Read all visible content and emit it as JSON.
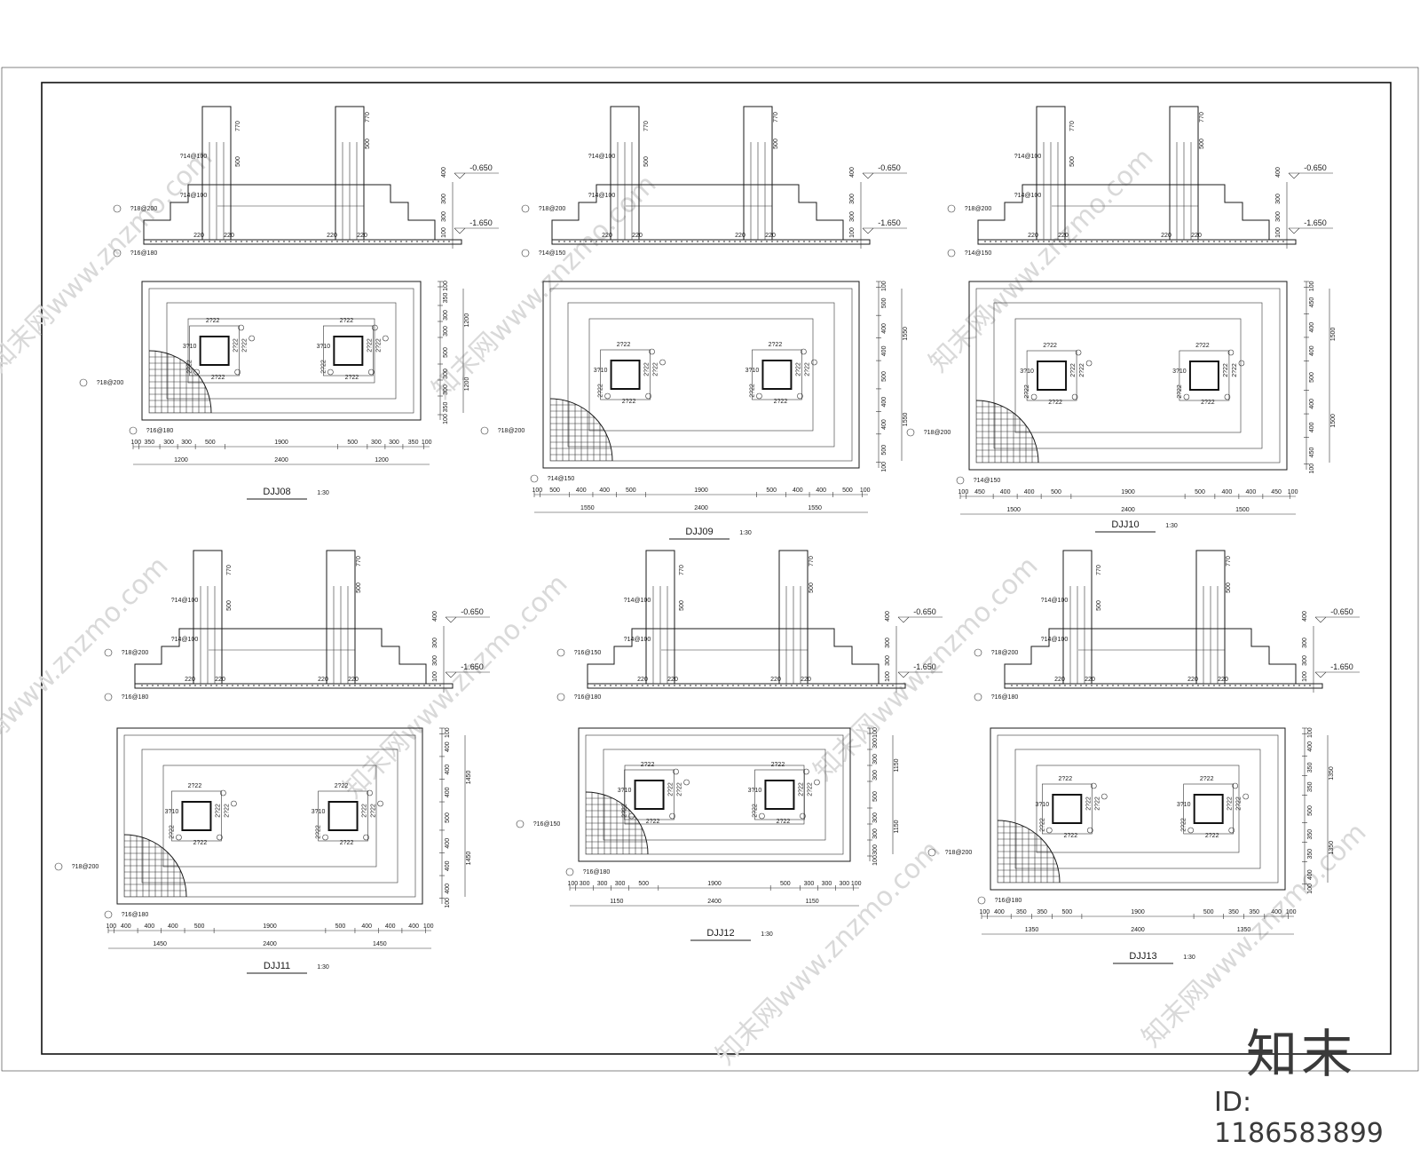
{
  "sheet": {
    "levels": [
      "-0.650",
      "-1.650"
    ],
    "watermark_text": "知末网www.znzmo.com",
    "brand": "知末",
    "image_id": "ID: 1186583899"
  },
  "details": [
    {
      "name": "DJJ08",
      "scale": "1:30",
      "section": {
        "heights": [
          "770",
          "500",
          "400",
          "300",
          "300",
          "100"
        ],
        "rebar_labels": [
          "?14@100",
          "?14@100",
          "?18@200",
          "?16@180"
        ],
        "col_dims": [
          "220",
          "220",
          "220",
          "220"
        ]
      },
      "plan": {
        "right_segments": [
          "100",
          "350",
          "300",
          "300",
          "500",
          "300",
          "300",
          "350",
          "100"
        ],
        "right_totals": [
          "1200",
          "1200"
        ],
        "bottom_segments": [
          "100",
          "350",
          "300",
          "300",
          "500",
          "1900",
          "500",
          "300",
          "300",
          "350",
          "100"
        ],
        "bottom_totals": [
          "1200",
          "2400",
          "1200"
        ],
        "rebar_labels": [
          "?18@200",
          "?16@180"
        ],
        "col_labels": [
          "2?22",
          "2?22",
          "2?22",
          "3?10",
          "2?22",
          "2?22"
        ]
      }
    },
    {
      "name": "DJJ09",
      "scale": "1:30",
      "section": {
        "heights": [
          "770",
          "500",
          "400",
          "300",
          "300",
          "100"
        ],
        "rebar_labels": [
          "?14@100",
          "?14@100",
          "?18@200",
          "?14@150"
        ],
        "col_dims": [
          "220",
          "220",
          "220",
          "220"
        ]
      },
      "plan": {
        "right_segments": [
          "100",
          "500",
          "400",
          "400",
          "500",
          "400",
          "400",
          "500",
          "100"
        ],
        "right_totals": [
          "1550",
          "1550"
        ],
        "bottom_segments": [
          "100",
          "500",
          "400",
          "400",
          "500",
          "1900",
          "500",
          "400",
          "400",
          "500",
          "100"
        ],
        "bottom_totals": [
          "1550",
          "2400",
          "1550"
        ],
        "rebar_labels": [
          "?18@200",
          "?14@150"
        ],
        "col_labels": [
          "2?22",
          "2?22",
          "2?22",
          "3?10",
          "2?22",
          "2?22"
        ]
      }
    },
    {
      "name": "DJJ10",
      "scale": "1:30",
      "section": {
        "heights": [
          "770",
          "500",
          "400",
          "300",
          "300",
          "100"
        ],
        "rebar_labels": [
          "?14@100",
          "?14@100",
          "?18@200",
          "?14@150"
        ],
        "col_dims": [
          "220",
          "220",
          "220",
          "220"
        ]
      },
      "plan": {
        "right_segments": [
          "100",
          "450",
          "400",
          "400",
          "500",
          "400",
          "400",
          "450",
          "100"
        ],
        "right_totals": [
          "1500",
          "1500"
        ],
        "bottom_segments": [
          "100",
          "450",
          "400",
          "400",
          "500",
          "1900",
          "500",
          "400",
          "400",
          "450",
          "100"
        ],
        "bottom_totals": [
          "1500",
          "2400",
          "1500"
        ],
        "rebar_labels": [
          "?18@200",
          "?14@150"
        ],
        "col_labels": [
          "2?22",
          "2?22",
          "2?22",
          "3?10",
          "2?22",
          "2?22"
        ]
      }
    },
    {
      "name": "DJJ11",
      "scale": "1:30",
      "section": {
        "heights": [
          "770",
          "500",
          "400",
          "300",
          "300",
          "100"
        ],
        "rebar_labels": [
          "?14@100",
          "?14@100",
          "?18@200",
          "?16@180"
        ],
        "col_dims": [
          "220",
          "220",
          "220",
          "220"
        ]
      },
      "plan": {
        "right_segments": [
          "100",
          "400",
          "400",
          "400",
          "500",
          "400",
          "400",
          "400",
          "100"
        ],
        "right_totals": [
          "1450",
          "1450"
        ],
        "bottom_segments": [
          "100",
          "400",
          "400",
          "400",
          "500",
          "1900",
          "500",
          "400",
          "400",
          "400",
          "100"
        ],
        "bottom_totals": [
          "1450",
          "2400",
          "1450"
        ],
        "rebar_labels": [
          "?18@200",
          "?16@180"
        ],
        "col_labels": [
          "2?22",
          "2?22",
          "2?22",
          "3?10",
          "2?22",
          "2?22"
        ]
      }
    },
    {
      "name": "DJJ12",
      "scale": "1:30",
      "section": {
        "heights": [
          "770",
          "500",
          "400",
          "300",
          "300",
          "100"
        ],
        "rebar_labels": [
          "?14@100",
          "?14@100",
          "?16@150",
          "?16@180"
        ],
        "col_dims": [
          "220",
          "220",
          "220",
          "220"
        ]
      },
      "plan": {
        "right_segments": [
          "100",
          "300",
          "300",
          "300",
          "500",
          "300",
          "300",
          "300",
          "100"
        ],
        "right_totals": [
          "1150",
          "1150"
        ],
        "bottom_segments": [
          "100",
          "300",
          "300",
          "300",
          "500",
          "1900",
          "500",
          "300",
          "300",
          "300",
          "100"
        ],
        "bottom_totals": [
          "1150",
          "2400",
          "1150"
        ],
        "rebar_labels": [
          "?16@150",
          "?16@180"
        ],
        "col_labels": [
          "2?22",
          "2?22",
          "2?22",
          "3?10",
          "2?22",
          "2?22"
        ]
      }
    },
    {
      "name": "DJJ13",
      "scale": "1:30",
      "section": {
        "heights": [
          "770",
          "500",
          "400",
          "300",
          "300",
          "100"
        ],
        "rebar_labels": [
          "?14@100",
          "?14@100",
          "?18@200",
          "?16@180"
        ],
        "col_dims": [
          "220",
          "220",
          "220",
          "220"
        ]
      },
      "plan": {
        "right_segments": [
          "100",
          "400",
          "350",
          "350",
          "500",
          "350",
          "350",
          "400",
          "100"
        ],
        "right_totals": [
          "1350",
          "1350"
        ],
        "bottom_segments": [
          "100",
          "400",
          "350",
          "350",
          "500",
          "1900",
          "500",
          "350",
          "350",
          "400",
          "100"
        ],
        "bottom_totals": [
          "1350",
          "2400",
          "1350"
        ],
        "rebar_labels": [
          "?18@200",
          "?16@180"
        ],
        "col_labels": [
          "2?22",
          "2?22",
          "2?22",
          "3?10",
          "2?22",
          "2?22"
        ]
      }
    }
  ]
}
